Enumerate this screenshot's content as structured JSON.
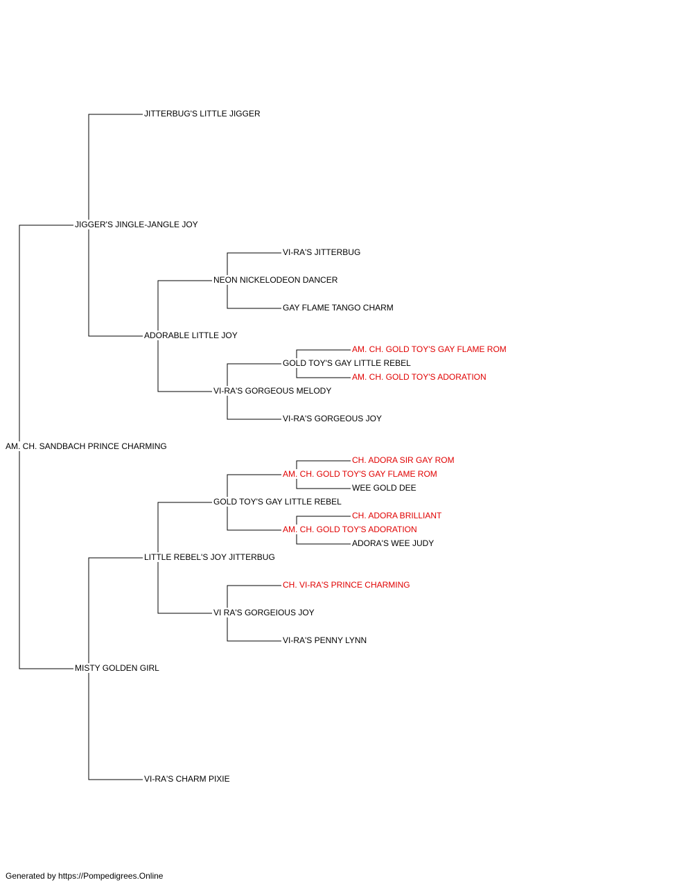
{
  "colors": {
    "normal": "#000000",
    "champion": "#e00000",
    "line": "#000000"
  },
  "root": "AM. CH. SANDBACH PRINCE CHARMING",
  "people": {
    "r": {
      "name": "AM. CH. SANDBACH PRINCE CHARMING",
      "champion": false
    },
    "s": {
      "name": "JIGGER'S JINGLE-JANGLE JOY",
      "champion": false
    },
    "ss": {
      "name": "JITTERBUG'S LITTLE JIGGER",
      "champion": false
    },
    "sd": {
      "name": "ADORABLE LITTLE JOY",
      "champion": false
    },
    "sds": {
      "name": "NEON NICKELODEON DANCER",
      "champion": false
    },
    "sdss": {
      "name": "VI-RA'S JITTERBUG",
      "champion": false
    },
    "sdsd": {
      "name": "GAY FLAME TANGO CHARM",
      "champion": false
    },
    "sdd": {
      "name": "VI-RA'S GORGEOUS MELODY",
      "champion": false
    },
    "sdds": {
      "name": "GOLD TOY'S GAY LITTLE REBEL",
      "champion": false
    },
    "sddss": {
      "name": "AM. CH. GOLD TOY'S GAY FLAME ROM",
      "champion": true
    },
    "sddsd": {
      "name": "AM. CH. GOLD TOY'S ADORATION",
      "champion": true
    },
    "sddd": {
      "name": "VI-RA'S GORGEOUS JOY",
      "champion": false
    },
    "d": {
      "name": "MISTY GOLDEN GIRL",
      "champion": false
    },
    "ds": {
      "name": "LITTLE REBEL'S JOY JITTERBUG",
      "champion": false
    },
    "dss": {
      "name": "GOLD TOY'S GAY LITTLE REBEL",
      "champion": false
    },
    "dsss": {
      "name": "AM. CH. GOLD TOY'S GAY FLAME ROM",
      "champion": true
    },
    "dssss": {
      "name": "CH. ADORA SIR GAY ROM",
      "champion": true
    },
    "dsssd": {
      "name": "WEE GOLD DEE",
      "champion": false
    },
    "dssd": {
      "name": "AM. CH. GOLD TOY'S ADORATION",
      "champion": true
    },
    "dssds": {
      "name": "CH. ADORA BRILLIANT",
      "champion": true
    },
    "dssdd": {
      "name": "ADORA'S WEE JUDY",
      "champion": false
    },
    "dsd": {
      "name": "VI RA'S GORGEIOUS JOY",
      "champion": false
    },
    "dsds": {
      "name": "CH. VI-RA'S PRINCE CHARMING",
      "champion": true
    },
    "dsdd": {
      "name": "VI-RA'S PENNY LYNN",
      "champion": false
    },
    "dd": {
      "name": "VI-RA'S CHARM PIXIE",
      "champion": false
    }
  },
  "footer": "Generated by https://Pompedigrees.Online"
}
